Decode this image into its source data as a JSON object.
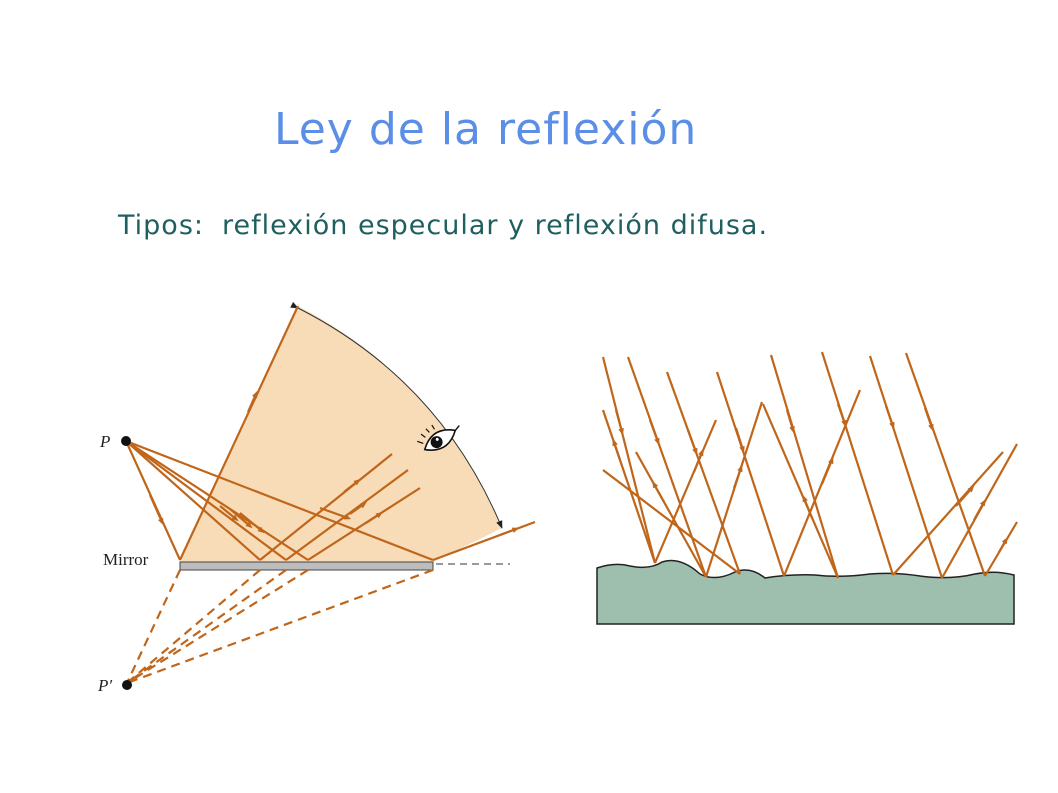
{
  "title": "Ley de la reflexión",
  "subtitle": {
    "prefix": "Tipos:",
    "text": "reflexión especular y reflexión difusa."
  },
  "specular_figure": {
    "point_label": "P",
    "image_label": "P′",
    "mirror_label": "Mirror",
    "icons": [
      "eye-icon"
    ]
  },
  "colors": {
    "title": "#5b8ee6",
    "subtitle": "#1f5f5f",
    "ray": "#c0661a",
    "cone_fill": "#f8dcb8",
    "mirror": "#bdbdbd",
    "surface": "#9fbfae"
  }
}
